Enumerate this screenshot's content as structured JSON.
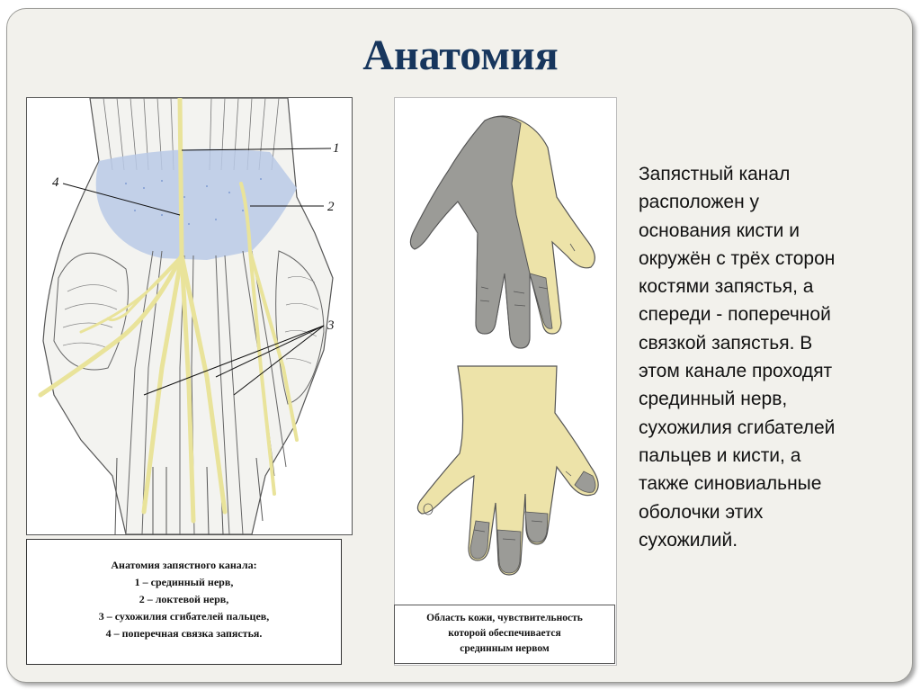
{
  "title": "Анатомия",
  "labels": {
    "l1": "1",
    "l2": "2",
    "l3": "3",
    "l4": "4"
  },
  "left_caption": [
    "Анатомия запястного канала:",
    "1 – срединный нерв,",
    "2 – локтевой нерв,",
    "3 – сухожилия сгибателей пальцев,",
    "4 – поперечная связка запястья."
  ],
  "right_caption": [
    "Область кожи, чувствительность",
    "которой обеспечивается",
    "срединным нервом"
  ],
  "body_lines": [
    "Запястный канал",
    "расположен у",
    "основания кисти и",
    "окружён с трёх сторон",
    "костями запястья, а",
    "спереди - поперечной",
    "связкой запястья. В",
    "этом канале проходят",
    "срединный нерв,",
    "сухожилия сгибателей",
    "пальцев и кисти, а",
    "также синовиальные",
    "оболочки этих",
    "сухожилий."
  ],
  "colors": {
    "title": "#17365d",
    "nerve": "#e9e39a",
    "ligament": "#b9c9e6",
    "skin": "#ede3a9",
    "median_zone": "#9b9b97"
  }
}
